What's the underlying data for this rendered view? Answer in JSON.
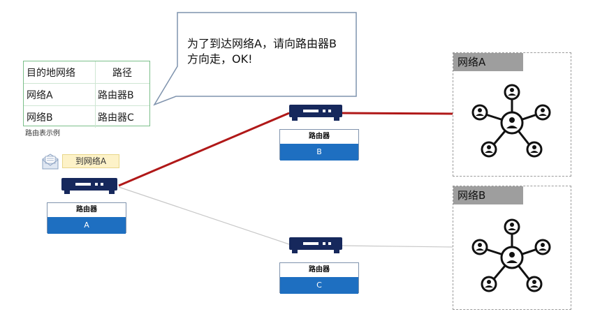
{
  "routing_table": {
    "header": [
      "目的地网络",
      "路径"
    ],
    "rows": [
      [
        "网络A",
        "路由器B"
      ],
      [
        "网络B",
        "路由器C"
      ]
    ],
    "caption": "路由表示例"
  },
  "callout": {
    "line1": "为了到达网络A，请向路由器B",
    "line2": "方向走，OK!"
  },
  "packet": {
    "label": "到网络A",
    "icon": "mail-icon"
  },
  "routers": {
    "a": {
      "title": "路由器",
      "letter": "A"
    },
    "b": {
      "title": "路由器",
      "letter": "B"
    },
    "c": {
      "title": "路由器",
      "letter": "C"
    }
  },
  "networks": {
    "a": {
      "label": "网络A"
    },
    "b": {
      "label": "网络B"
    }
  },
  "colors": {
    "active_link": "#b01818",
    "idle_link": "#c8c8c8",
    "router_body": "#16285c",
    "router_letter_bg": "#1e6fc1",
    "table_border": "#7bbf8a"
  }
}
